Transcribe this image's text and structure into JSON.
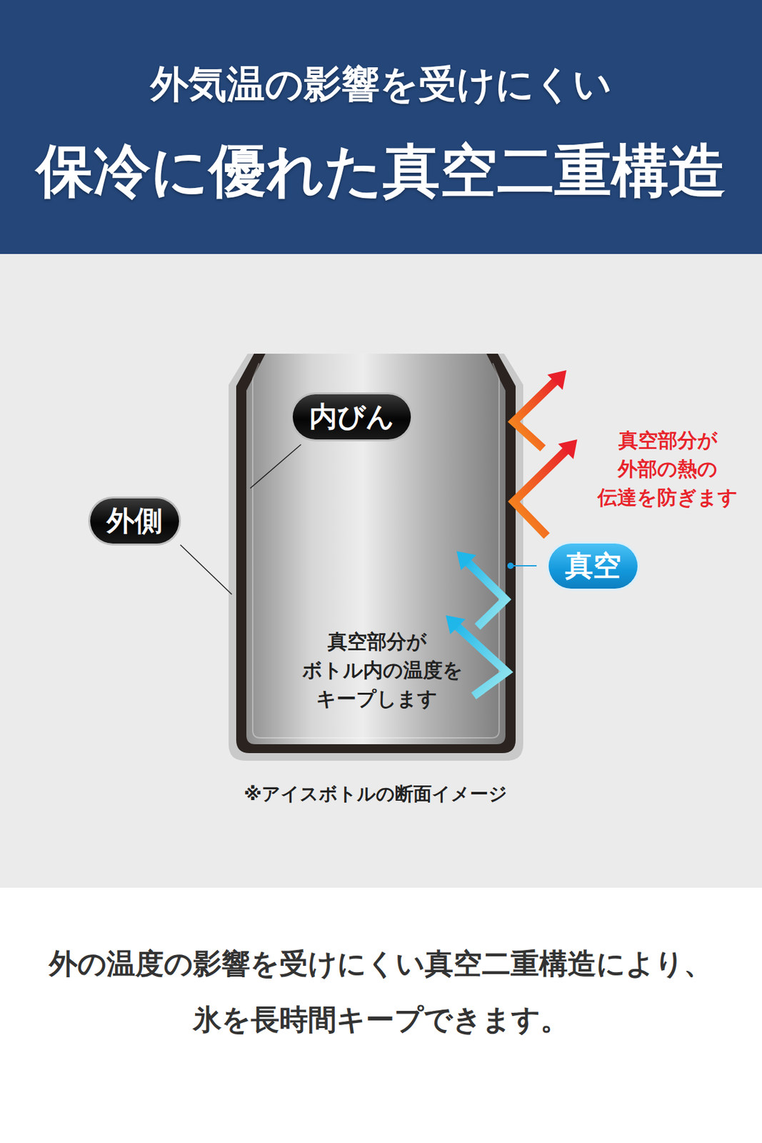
{
  "diagram": {
    "title": "保冷に優れた真空二重構造",
    "caption": "外の温度の影響を受けにくい真空二重構造により、 氷を長時間キープできます。",
    "nodes": [
      {
        "text": [
          "内びん"
        ]
      },
      {
        "text": [
          "外側"
        ]
      },
      {
        "text": [
          "真空"
        ]
      }
    ],
    "labels": [
      "外気温の影響を受けにくい",
      "真空部分が 外部の熱の 伝達を防ぎます",
      "真空部分が ボトル内の温度を キープします",
      "※アイスボトルの断面イメージ"
    ]
  }
}
